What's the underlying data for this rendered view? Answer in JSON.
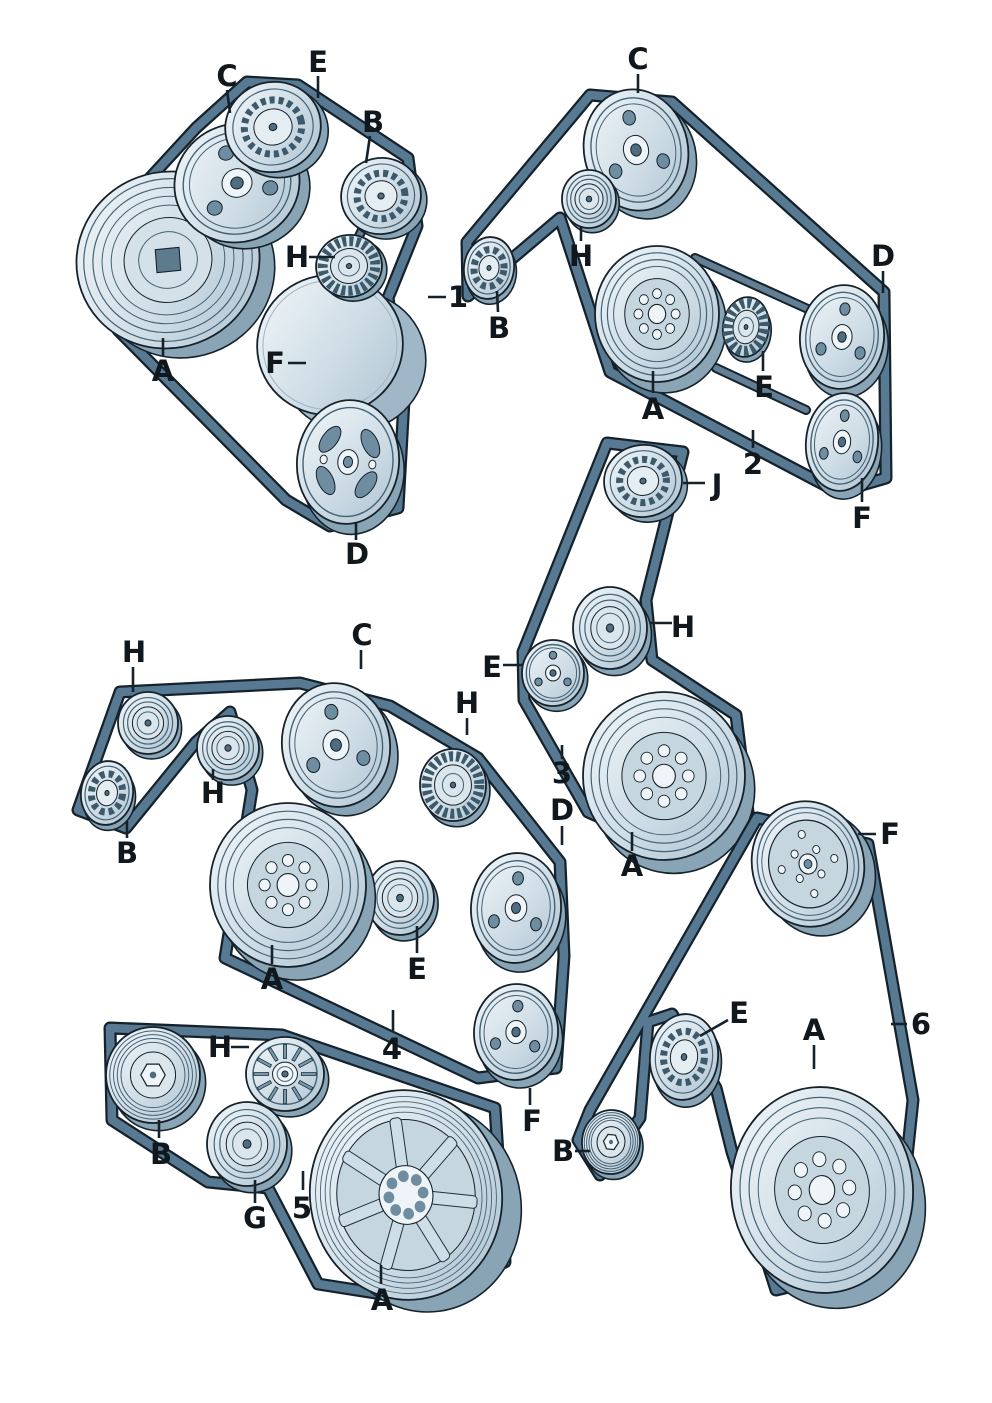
{
  "figure": {
    "assemblies": [
      {
        "number": "1",
        "labels": [
          "C",
          "E",
          "B",
          "H",
          "F",
          "A",
          "D"
        ]
      },
      {
        "number": "2",
        "labels": [
          "C",
          "H",
          "B",
          "A",
          "E",
          "D",
          "F"
        ]
      },
      {
        "number": "3",
        "labels": [
          "J",
          "H",
          "E",
          "A"
        ]
      },
      {
        "number": "4",
        "labels": [
          "H",
          "C",
          "H",
          "B",
          "H",
          "D",
          "A",
          "E",
          "F"
        ]
      },
      {
        "number": "5",
        "labels": [
          "H",
          "B",
          "G",
          "A"
        ]
      },
      {
        "number": "6",
        "labels": [
          "F",
          "E",
          "A",
          "B"
        ]
      }
    ],
    "colors": {
      "background": "#ffffff",
      "outline": "#15222b",
      "belt": "#587992",
      "pulley_face_light": "#f2f7fa",
      "pulley_face_dark": "#adc3d1",
      "pulley_side": "#88a4b5"
    }
  }
}
